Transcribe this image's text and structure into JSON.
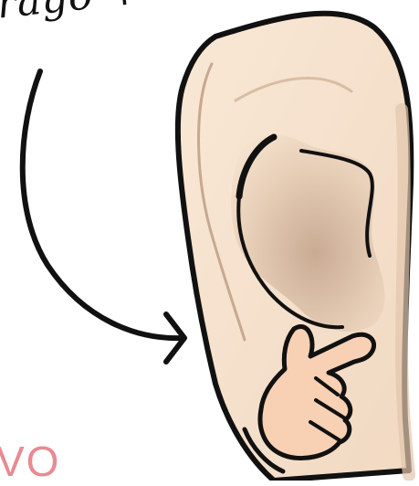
{
  "label_top": "rago +",
  "caption_bottom": "VO",
  "colors": {
    "skin": "#f7e3cc",
    "skin_shadow": "#e9cdb3",
    "inner_ear": "#e2c7ae",
    "outline": "#111111",
    "hand": "#f8d0b4",
    "caption": "#e88a93"
  },
  "icons": {
    "ear": "ear-illustration",
    "hand": "pointing-hand-illustration",
    "arrow": "curved-arrow"
  }
}
